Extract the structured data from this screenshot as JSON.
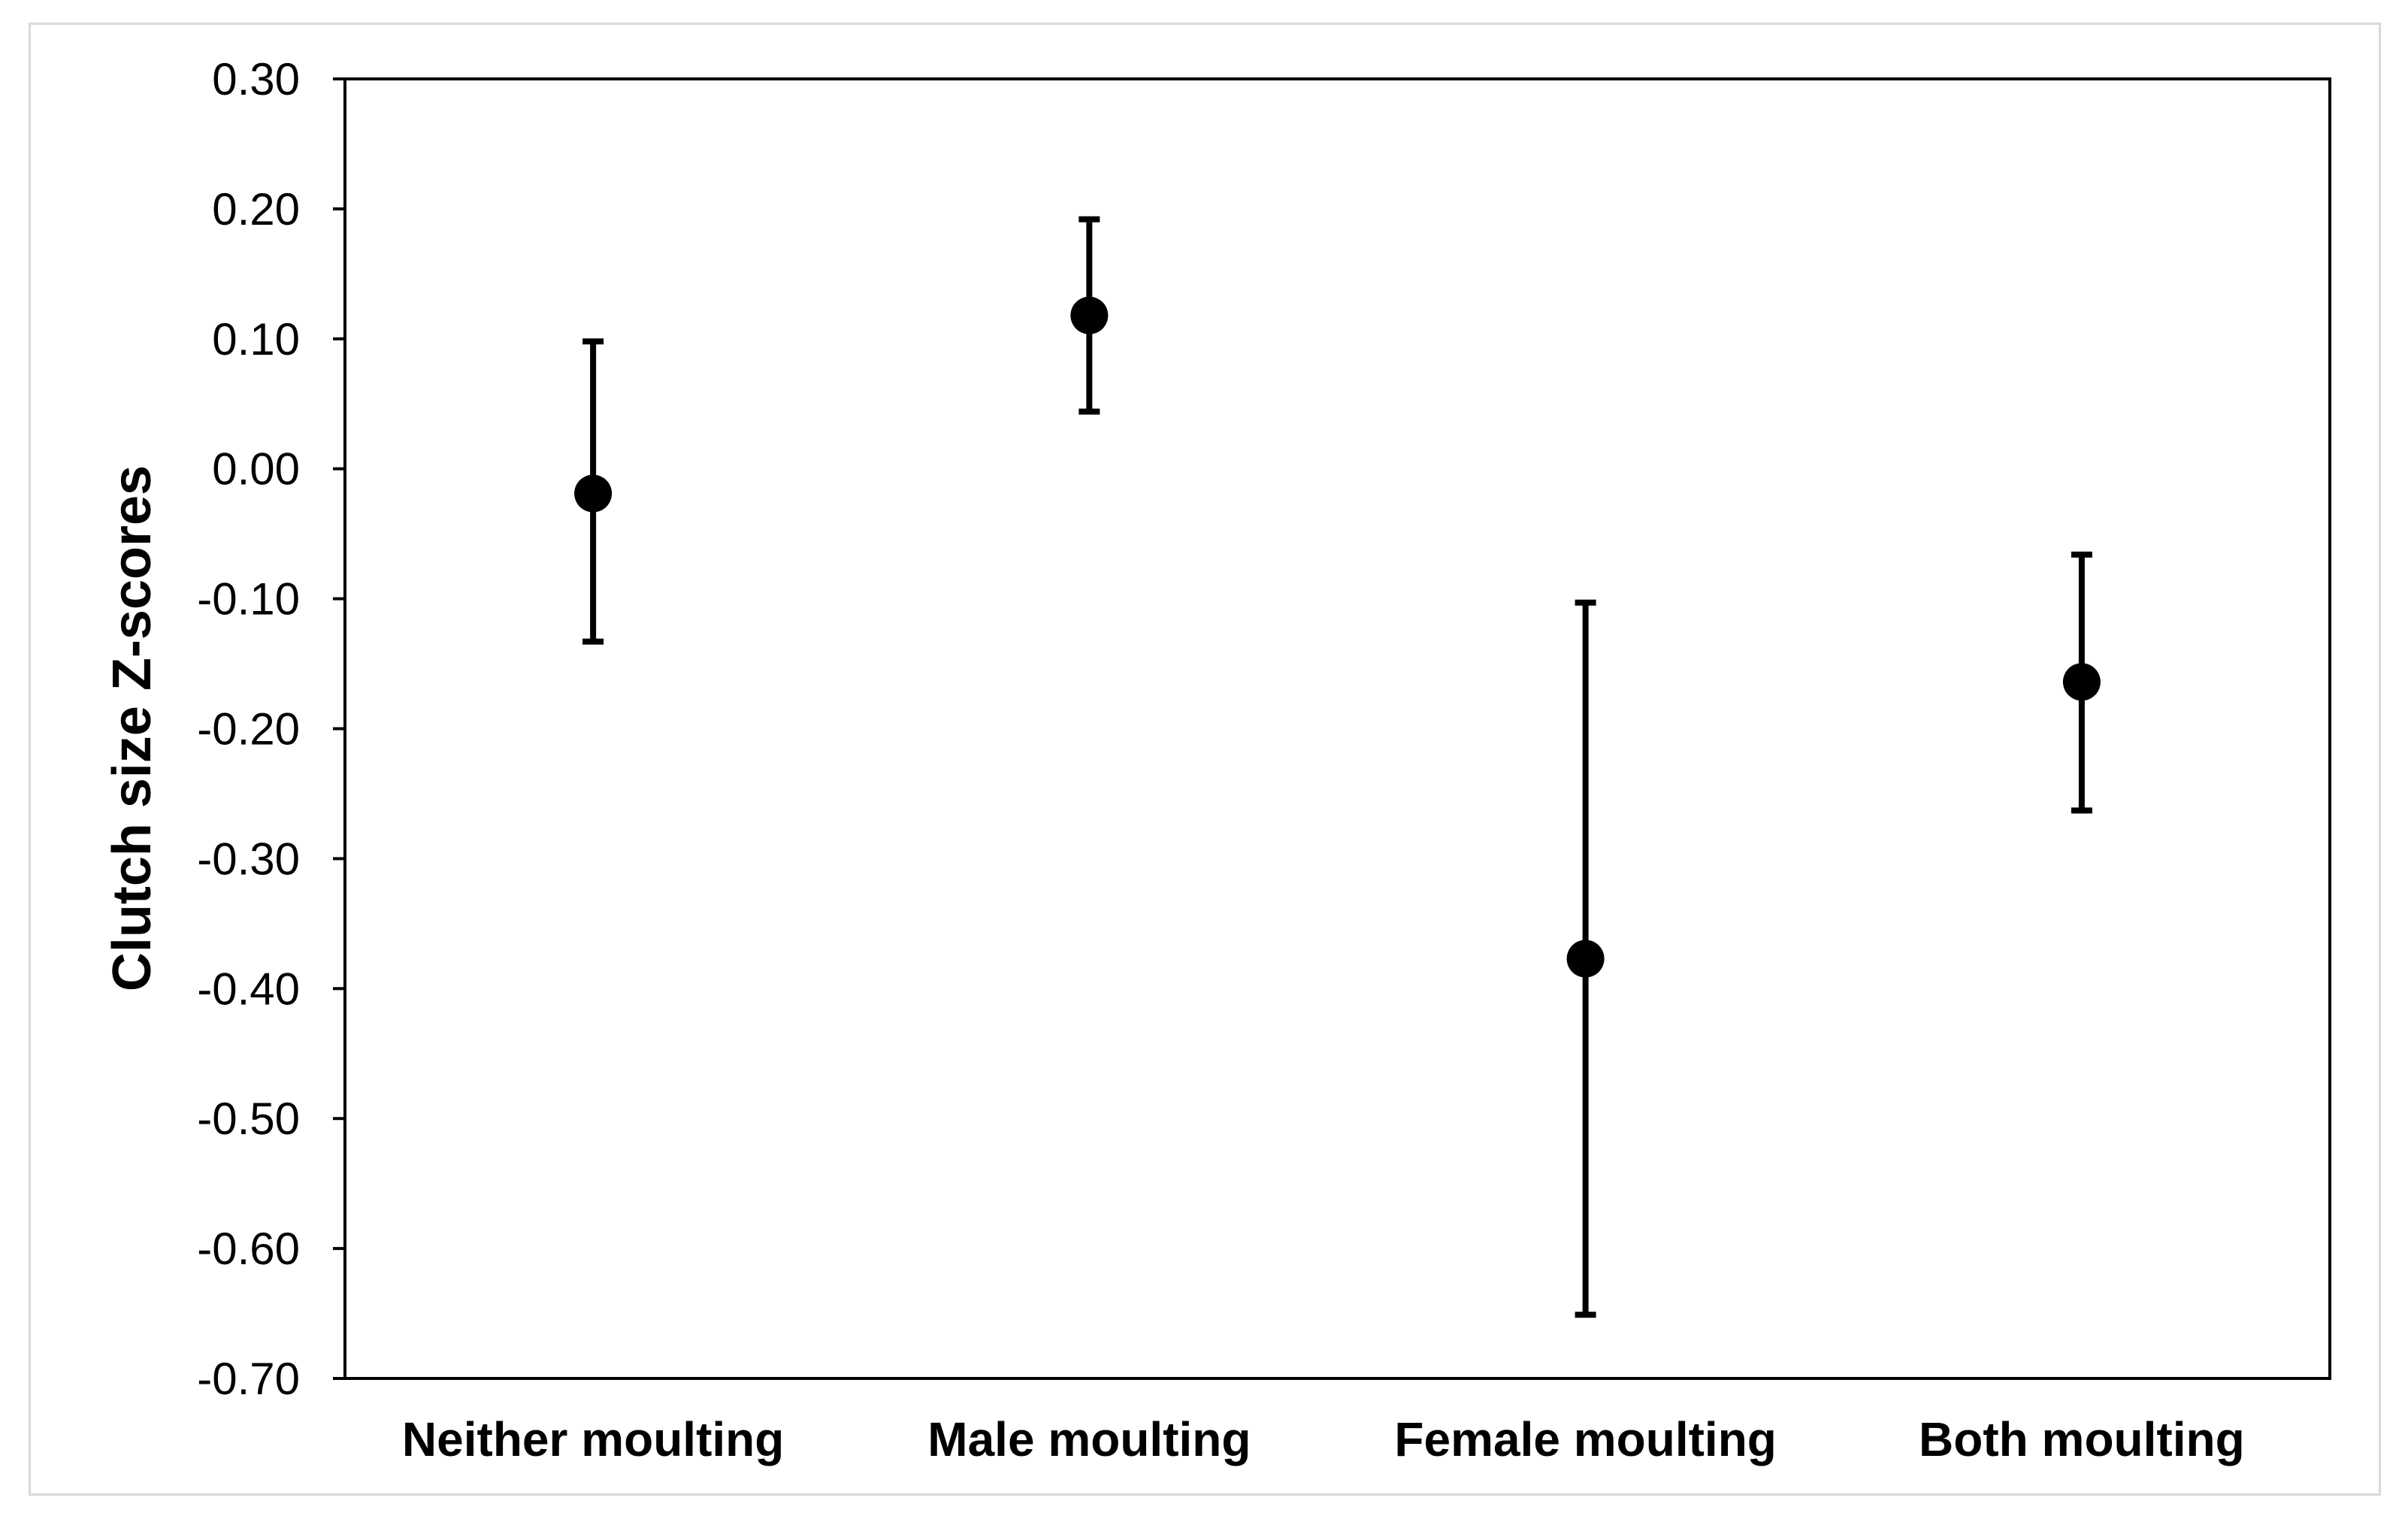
{
  "chart_data": {
    "type": "scatter",
    "title": "",
    "xlabel": "",
    "ylabel": "Clutch size Z-scores",
    "ylim": [
      -0.7,
      0.3
    ],
    "yticks": [
      "0.30",
      "0.20",
      "0.10",
      "0.00",
      "-0.10",
      "-0.20",
      "-0.30",
      "-0.40",
      "-0.50",
      "-0.60",
      "-0.70"
    ],
    "ytick_values": [
      0.3,
      0.2,
      0.1,
      0.0,
      -0.1,
      -0.2,
      -0.3,
      -0.4,
      -0.5,
      -0.6,
      -0.7
    ],
    "categories": [
      "Neither moulting",
      "Male moulting",
      "Female moulting",
      "Both moulting"
    ],
    "values": [
      -0.019,
      0.118,
      -0.377,
      -0.164
    ],
    "error_low": [
      -0.133,
      0.044,
      -0.651,
      -0.263
    ],
    "error_high": [
      0.098,
      0.192,
      -0.103,
      -0.066
    ],
    "grid": false,
    "legend": "none",
    "marker_color": "#000000"
  }
}
